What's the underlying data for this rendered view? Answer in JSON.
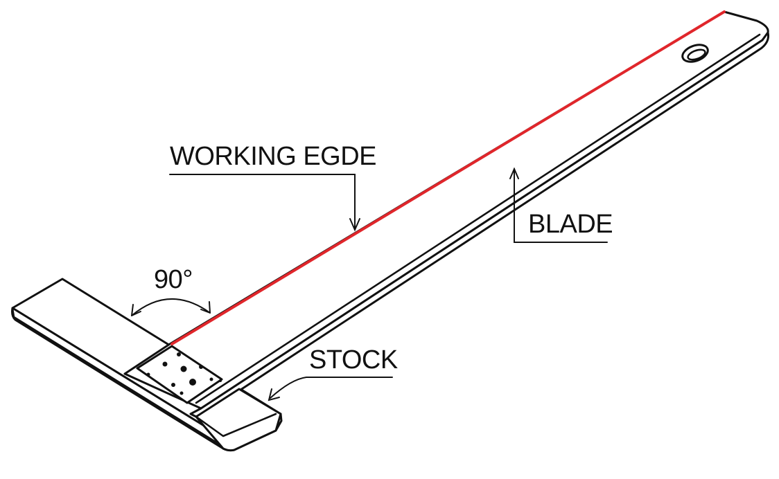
{
  "labels": {
    "working_edge": "WORKING EGDE",
    "blade": "BLADE",
    "stock": "STOCK",
    "angle": "90°"
  },
  "colors": {
    "working_edge_highlight": "#e0262b",
    "ink": "#111111",
    "background": "#ffffff"
  }
}
